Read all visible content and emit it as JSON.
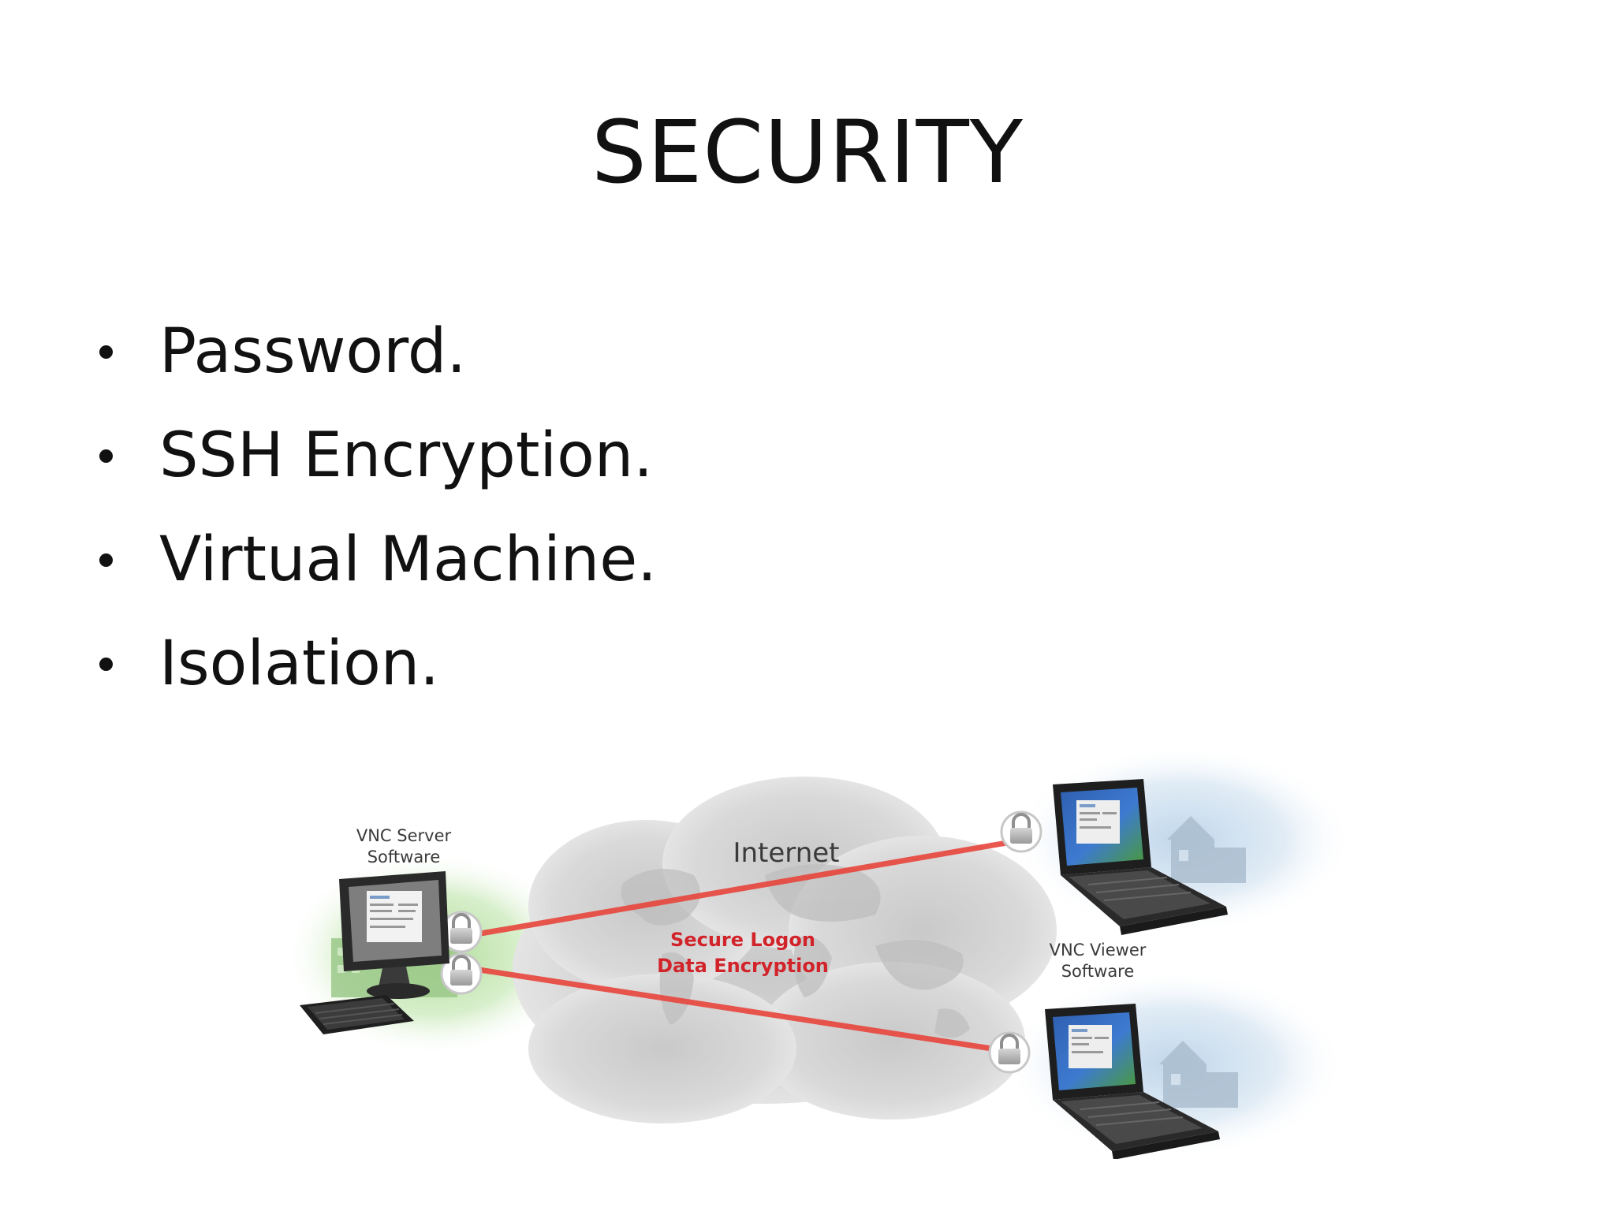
{
  "slide": {
    "title": "SECURITY",
    "bullets": [
      "Password.",
      "SSH Encryption.",
      "Virtual Machine.",
      "Isolation."
    ]
  },
  "diagram": {
    "internet_label": "Internet",
    "server_label_line1": "VNC Server",
    "server_label_line2": "Software",
    "viewer_label_line1": "VNC Viewer",
    "viewer_label_line2": "Software",
    "center_label_line1": "Secure Logon",
    "center_label_line2": "Data Encryption",
    "icons": [
      "desktop-computer-icon",
      "keyboard-icon",
      "laptop-icon",
      "padlock-icon",
      "building-icon",
      "cloud-icon"
    ],
    "colors": {
      "connection": "#e8453c",
      "server_zone": "#bfe3b0",
      "viewer_zone": "#cfe0ef",
      "cloud": "#d6d6d6",
      "label_red": "#d2232a"
    }
  }
}
